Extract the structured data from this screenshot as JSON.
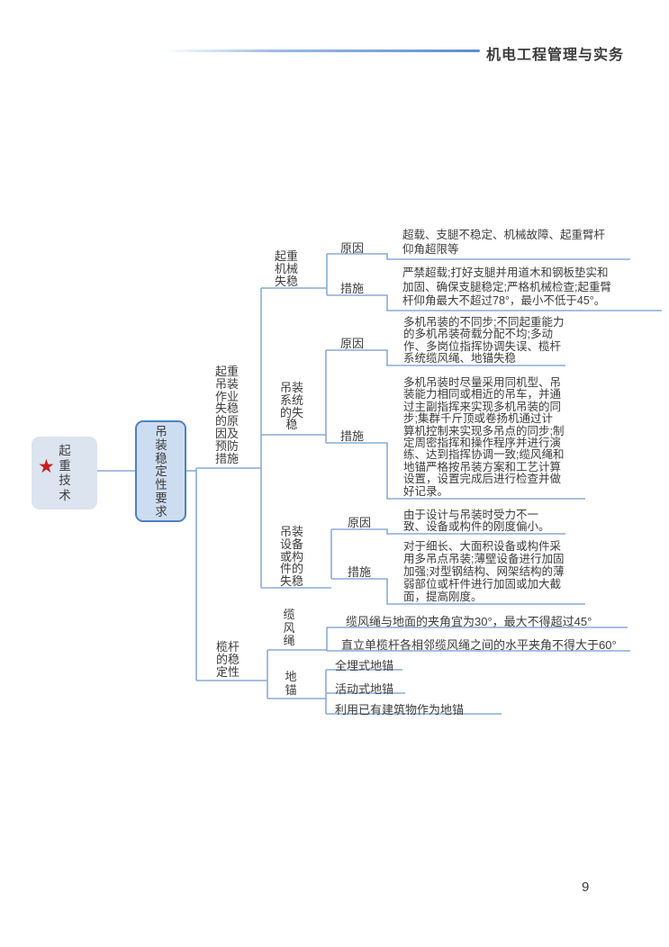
{
  "header": {
    "title": "机电工程管理与实务"
  },
  "footer": {
    "page_number": "9"
  },
  "colors": {
    "connector": "#8aabd6",
    "topic_border": "#4f81bd",
    "topic_fill": "#cdddf1",
    "root_fill": "#dbe4ef",
    "star": "#c81e1e"
  },
  "mindmap": {
    "root": {
      "label": "起重技术",
      "icon": "star-icon",
      "icon_glyph": "★"
    },
    "topic": {
      "label": "吊装稳定性要求"
    },
    "branches": [
      {
        "label": "起重吊装作业失稳的原因及预防措施",
        "children": [
          {
            "label": "起重机械失稳",
            "cause_label": "原因",
            "cause": "超载、支腿不稳定、机械故障、起重臂杆\n仰角超限等",
            "measure_label": "措施",
            "measure": "严禁超载;打好支腿并用道木和钢板垫实和\n加固、确保支腿稳定;严格机械检查;起重臂\n杆仰角最大不超过78°，最小不低于45°。"
          },
          {
            "label": "吊装系统的失稳",
            "cause_label": "原因",
            "cause": "多机吊装的不同步;不同起重能力\n的多机吊装荷载分配不均;多动\n作、多岗位指挥协调失误、榄杆\n系统缆风绳、地锚失稳",
            "measure_label": "措施",
            "measure": "多机吊装时尽量采用同机型、吊\n装能力相同或相近的吊车，并通\n过主副指挥来实现多机吊装的同\n步;集群千斤顶或卷扬机通过计\n算机控制来实现多吊点的同步;制\n定周密指挥和操作程序并进行演\n练、达到指挥协调一致;缆风绳和\n地锚严格按吊装方案和工艺计算\n设置，设置完成后进行检查并做\n好记录。"
          },
          {
            "label": "吊装设备或构件的失稳",
            "cause_label": "原因",
            "cause": "由于设计与吊装时受力不一\n致、设备或构件的刚度偏小。",
            "measure_label": "措施",
            "measure": "对于细长、大面积设备或构件采\n用多吊点吊装;薄壁设备进行加固\n加强;对型钢结构、网架结构的薄\n弱部位或杆件进行加固或加大截\n面，提高刚度。"
          }
        ]
      },
      {
        "label": "榄杆的稳定性",
        "children": [
          {
            "label": "缆风绳",
            "items": [
              "缆风绳与地面的夹角宜为30°，最大不得超过45°",
              "直立单榄杆各相邻缆风绳之间的水平夹角不得大于60°"
            ]
          },
          {
            "label": "地锚",
            "items": [
              "全埋式地锚",
              "活动式地锚",
              "利用已有建筑物作为地锚"
            ]
          }
        ]
      }
    ]
  }
}
